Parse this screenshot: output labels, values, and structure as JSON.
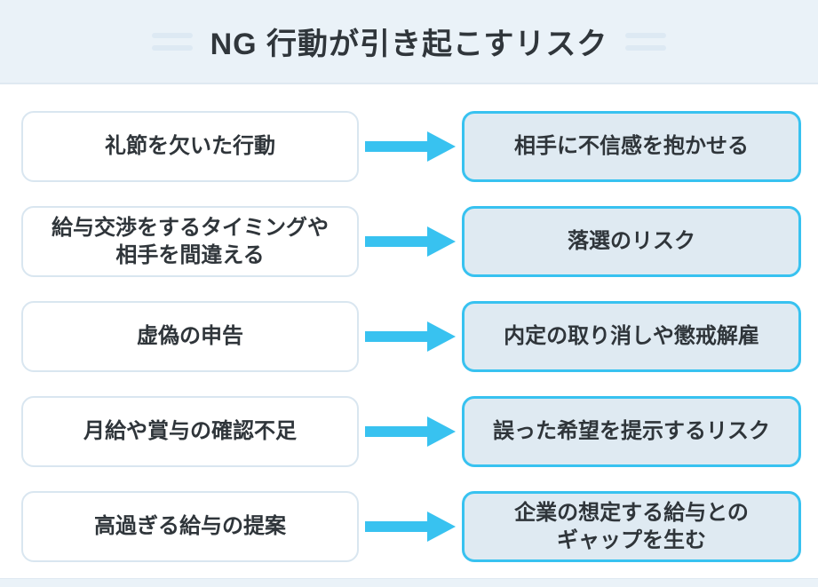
{
  "header": {
    "title": "NG 行動が引き起こすリスク"
  },
  "rows": [
    {
      "cause": "礼節を欠いた行動",
      "risk": "相手に不信感を抱かせる"
    },
    {
      "cause": "給与交渉をするタイミングや\n相手を間違える",
      "risk": "落選のリスク"
    },
    {
      "cause": "虚偽の申告",
      "risk": "内定の取り消しや懲戒解雇"
    },
    {
      "cause": "月給や賞与の確認不足",
      "risk": "誤った希望を提示するリスク"
    },
    {
      "cause": "高過ぎる給与の提案",
      "risk": "企業の想定する給与との\nギャップを生む"
    }
  ],
  "icons": {
    "arrow": "right-arrow"
  },
  "colors": {
    "accent_cyan": "#38c2f0",
    "header_bg": "#eaf2f8",
    "risk_box_fill": "#dfeaf2",
    "cause_box_border": "#d9e6f0",
    "text": "#2f353a",
    "deco_bar": "#dde9f3"
  }
}
